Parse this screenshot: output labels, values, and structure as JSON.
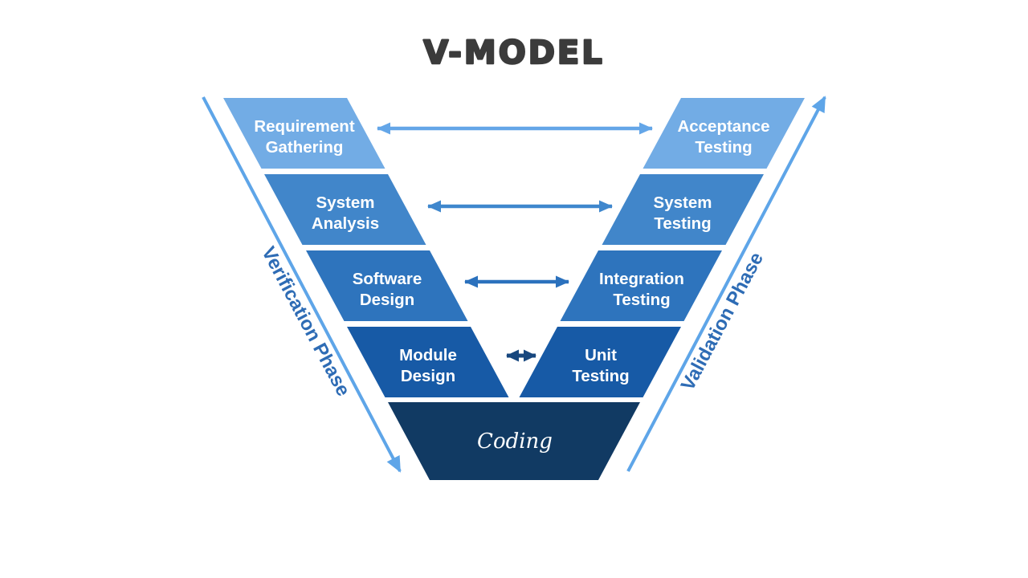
{
  "title": "V-MODEL",
  "colors": {
    "title": "#3b3b3b",
    "row1": "#72ace5",
    "row2": "#4186ca",
    "row3": "#2e74bd",
    "row4": "#175aa6",
    "coding": "#113a63",
    "block_text": "#ffffff",
    "arrow_level1": "#64a6e8",
    "arrow_level2": "#3f87cd",
    "arrow_level3": "#2b71bd",
    "arrow_level4": "#17477e",
    "diagonal_arrow": "#5ea5e8",
    "phase_label": "#2e6cb5"
  },
  "verification_phase": {
    "label": "Verification Phase",
    "steps": [
      {
        "line1": "Requirement",
        "line2": "Gathering"
      },
      {
        "line1": "System",
        "line2": "Analysis"
      },
      {
        "line1": "Software",
        "line2": "Design"
      },
      {
        "line1": "Module",
        "line2": "Design"
      }
    ]
  },
  "validation_phase": {
    "label": "Validation Phase",
    "steps": [
      {
        "line1": "Acceptance",
        "line2": "Testing"
      },
      {
        "line1": "System",
        "line2": "Testing"
      },
      {
        "line1": "Integration",
        "line2": "Testing"
      },
      {
        "line1": "Unit",
        "line2": "Testing"
      }
    ]
  },
  "coding": {
    "label": "Coding"
  }
}
